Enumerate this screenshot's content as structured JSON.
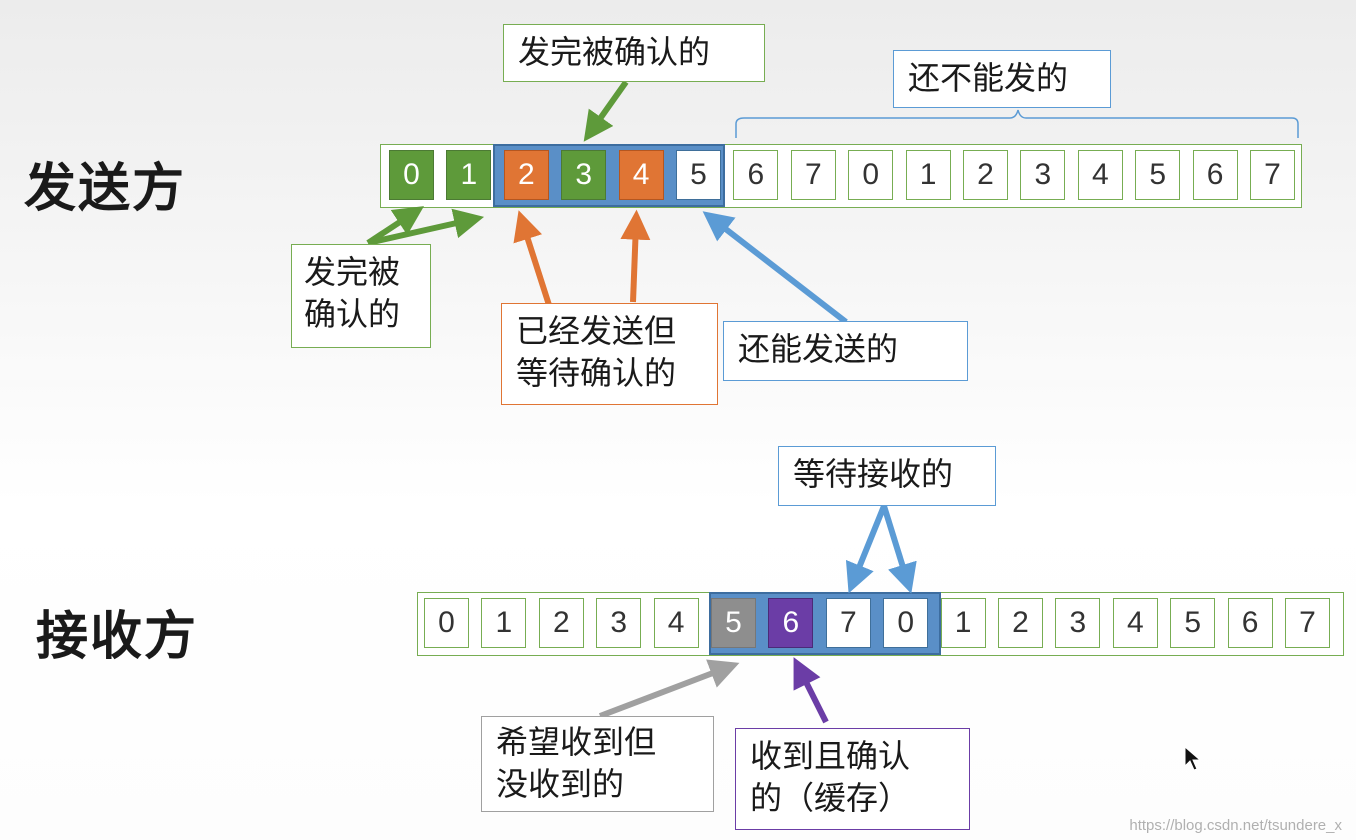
{
  "sender": {
    "title": "发送方",
    "cells": [
      {
        "n": "0",
        "state": "green"
      },
      {
        "n": "1",
        "state": "green"
      },
      {
        "n": "2",
        "state": "orange"
      },
      {
        "n": "3",
        "state": "green"
      },
      {
        "n": "4",
        "state": "orange"
      },
      {
        "n": "5",
        "state": "white-blue"
      },
      {
        "n": "6",
        "state": "plain"
      },
      {
        "n": "7",
        "state": "plain"
      },
      {
        "n": "0",
        "state": "plain"
      },
      {
        "n": "1",
        "state": "plain"
      },
      {
        "n": "2",
        "state": "plain"
      },
      {
        "n": "3",
        "state": "plain"
      },
      {
        "n": "4",
        "state": "plain"
      },
      {
        "n": "5",
        "state": "plain"
      },
      {
        "n": "6",
        "state": "plain"
      },
      {
        "n": "7",
        "state": "plain"
      }
    ],
    "labels": {
      "sent_confirmed_top": "发完被确认的",
      "cannot_send": "还不能发的",
      "sent_confirmed_left": "发完被\n确认的",
      "sent_waiting": "已经发送但\n等待确认的",
      "can_send": "还能发送的"
    }
  },
  "receiver": {
    "title": "接收方",
    "cells": [
      {
        "n": "0",
        "state": "plain"
      },
      {
        "n": "1",
        "state": "plain"
      },
      {
        "n": "2",
        "state": "plain"
      },
      {
        "n": "3",
        "state": "plain"
      },
      {
        "n": "4",
        "state": "plain"
      },
      {
        "n": "5",
        "state": "gray"
      },
      {
        "n": "6",
        "state": "purple"
      },
      {
        "n": "7",
        "state": "white-green"
      },
      {
        "n": "0",
        "state": "white-green"
      },
      {
        "n": "1",
        "state": "plain"
      },
      {
        "n": "2",
        "state": "plain"
      },
      {
        "n": "3",
        "state": "plain"
      },
      {
        "n": "4",
        "state": "plain"
      },
      {
        "n": "5",
        "state": "plain"
      },
      {
        "n": "6",
        "state": "plain"
      },
      {
        "n": "7",
        "state": "plain"
      }
    ],
    "labels": {
      "waiting_receive": "等待接收的",
      "expected_not_received": "希望收到但\n没收到的",
      "received_buffered": "收到且确认\n的（缓存）"
    }
  },
  "watermark": "https://blog.csdn.net/tsundere_x",
  "colors": {
    "green": "#5e9a3a",
    "orange": "#e07534",
    "blue": "#5b9bd5",
    "gray": "#a0a0a0",
    "purple": "#6b3da6"
  }
}
